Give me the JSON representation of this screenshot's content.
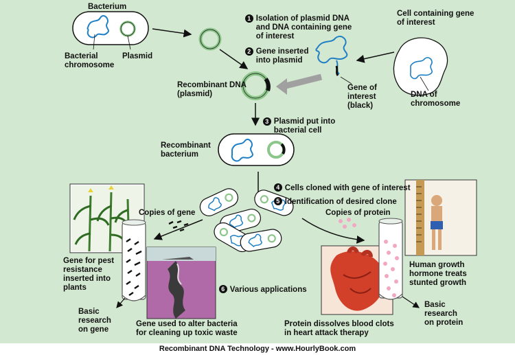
{
  "colors": {
    "background": "#d3e8d0",
    "dna_blue": "#1f7fc4",
    "plasmid_green": "#8cc68a",
    "gene_black": "#111111",
    "arrow_gray": "#a0a0a0"
  },
  "labels": {
    "bacterium": "Bacterium",
    "bacterial_chromosome": "Bacterial\nchromosome",
    "plasmid": "Plasmid",
    "cell_containing_gene": "Cell containing gene\nof interest",
    "dna_of_chromosome": "DNA of\nchromosome",
    "gene_of_interest": "Gene of\ninterest\n(black)",
    "recombinant_dna": "Recombinant DNA\n(plasmid)",
    "recombinant_bacterium": "Recombinant\nbacterium",
    "copies_of_gene": "Copies of gene",
    "copies_of_protein": "Copies of protein",
    "pest_resistance": "Gene for pest\nresistance\ninserted into\nplants",
    "basic_research_gene": "Basic\nresearch\non gene",
    "toxic_waste": "Gene used to alter bacteria\nfor cleaning up toxic waste",
    "growth_hormone": "Human growth\nhormone treats\nstunted growth",
    "basic_research_protein": "Basic\nresearch\non protein",
    "blood_clots": "Protein dissolves blood clots\nin heart attack therapy"
  },
  "steps": [
    {
      "number": "1",
      "text": "Isolation of plasmid DNA\nand DNA containing gene\nof interest"
    },
    {
      "number": "2",
      "text": "Gene inserted\ninto plasmid"
    },
    {
      "number": "3",
      "text": "Plasmid put into\nbacterial cell"
    },
    {
      "number": "4",
      "text": "Cells cloned with gene of interest"
    },
    {
      "number": "5",
      "text": "Identification of desired clone"
    },
    {
      "number": "6",
      "text": "Various applications"
    }
  ],
  "caption": "Recombinant DNA Technology - www.HourlyBook.com"
}
